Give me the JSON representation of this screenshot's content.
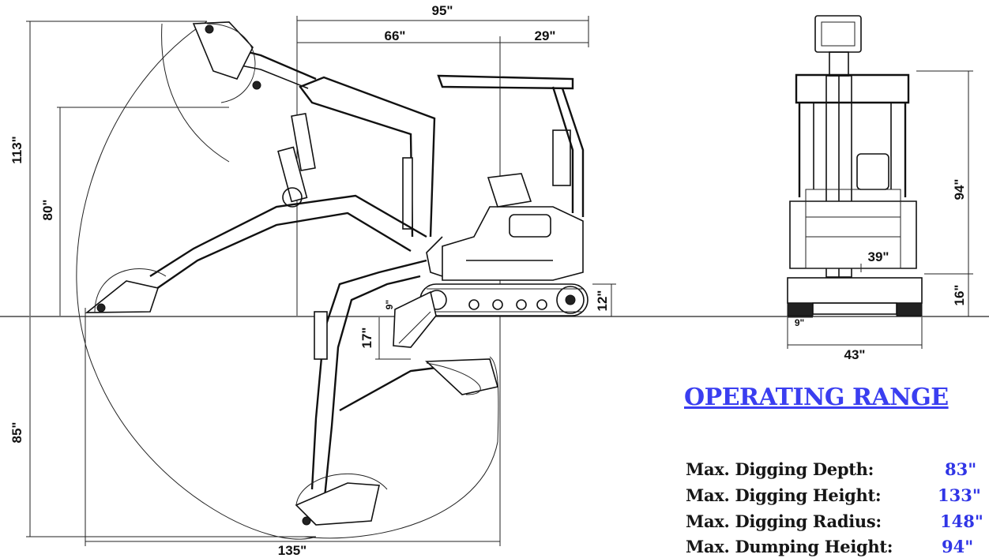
{
  "side_view": {
    "dimensions": {
      "overall_length_top": "95\"",
      "front_segment": "66\"",
      "rear_segment": "29\"",
      "max_height_left": "113\"",
      "height_80": "80\"",
      "track_height": "12\"",
      "ground_clearance": "9\"",
      "blade_depth": "17\"",
      "dig_depth_left": "85\"",
      "bottom_length": "135\""
    }
  },
  "rear_view": {
    "dimensions": {
      "overall_height": "94\"",
      "cab_width": "39\"",
      "blade_height": "16\"",
      "track_width": "9\"",
      "overall_width": "43\""
    }
  },
  "operating_range": {
    "title": "OPERATING RANGE",
    "specs": [
      {
        "label": "Max. Digging Depth:",
        "value": "83\""
      },
      {
        "label": "Max. Digging Height:",
        "value": "133\""
      },
      {
        "label": "Max. Digging Radius:",
        "value": "148\""
      },
      {
        "label": "Max. Dumping Height:",
        "value": "94\""
      }
    ]
  },
  "colors": {
    "accent": "#3a3ef0",
    "line": "#111111",
    "background": "#ffffff"
  }
}
